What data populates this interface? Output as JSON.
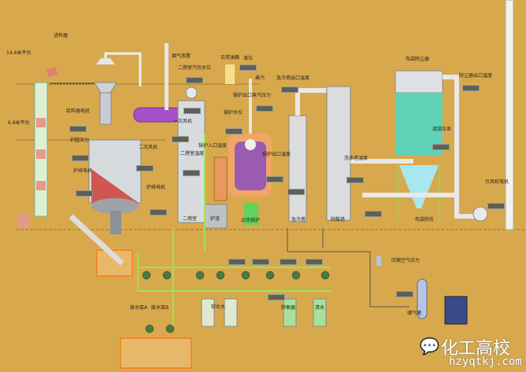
{
  "title": "垃圾焚烧工艺流程",
  "labels": {
    "platform_14": "14.4米平台",
    "feeder": "进料器",
    "platform_6": "6.8米平台",
    "feeder_motor": "给料器电机",
    "furnace_pressure": "炉膛压力",
    "grate_motor_1": "炉排电机",
    "grate_motor_2": "炉排电机",
    "flue_vent": "烟气放散",
    "drum_level": "二燃室汽包水位",
    "oil_tank": "日用油箱",
    "level": "液位",
    "steam": "蒸汽",
    "boiler_steam_pressure": "锅炉出口蒸汽压力",
    "boiler_water_level": "锅炉水位",
    "boiler_inlet_temp": "锅炉入口温度",
    "secondary_temp": "二燃室温度",
    "boiler_outlet_temp": "锅炉出口温度",
    "quench_outlet_temp": "急冷塔出口温度",
    "scrubber_temp": "洗涤塔温度",
    "baghouse": "布袋除尘器",
    "dust_outlet_temp": "除尘器出口温度",
    "bag_dp": "滤袋压差",
    "id_fan_motor": "引风机电机",
    "secondary_chamber": "二燃室",
    "slag": "炉渣",
    "waste_heat_boiler": "余热锅炉",
    "quench_tower": "急冷塔",
    "acid_tower": "除酸塔",
    "ash_discharge": "布袋除灰",
    "compressed_air": "压缩空气压力",
    "soft_water": "软化水",
    "deaerator": "除氧器",
    "clean_water": "清水",
    "waste_pump_a": "废水泵A",
    "waste_pump_b": "废水泵B",
    "air_tank": "储气罐",
    "primary_fan": "一次风机",
    "secondary_fan": "二次风机"
  },
  "watermark": {
    "name": "化工高校",
    "url": "hzyqtkj.com"
  },
  "colors": {
    "background": "#d8a94c",
    "pipe": "#e8e8e4",
    "green_line": "#9be35a",
    "readout": "#5c5f5a"
  }
}
